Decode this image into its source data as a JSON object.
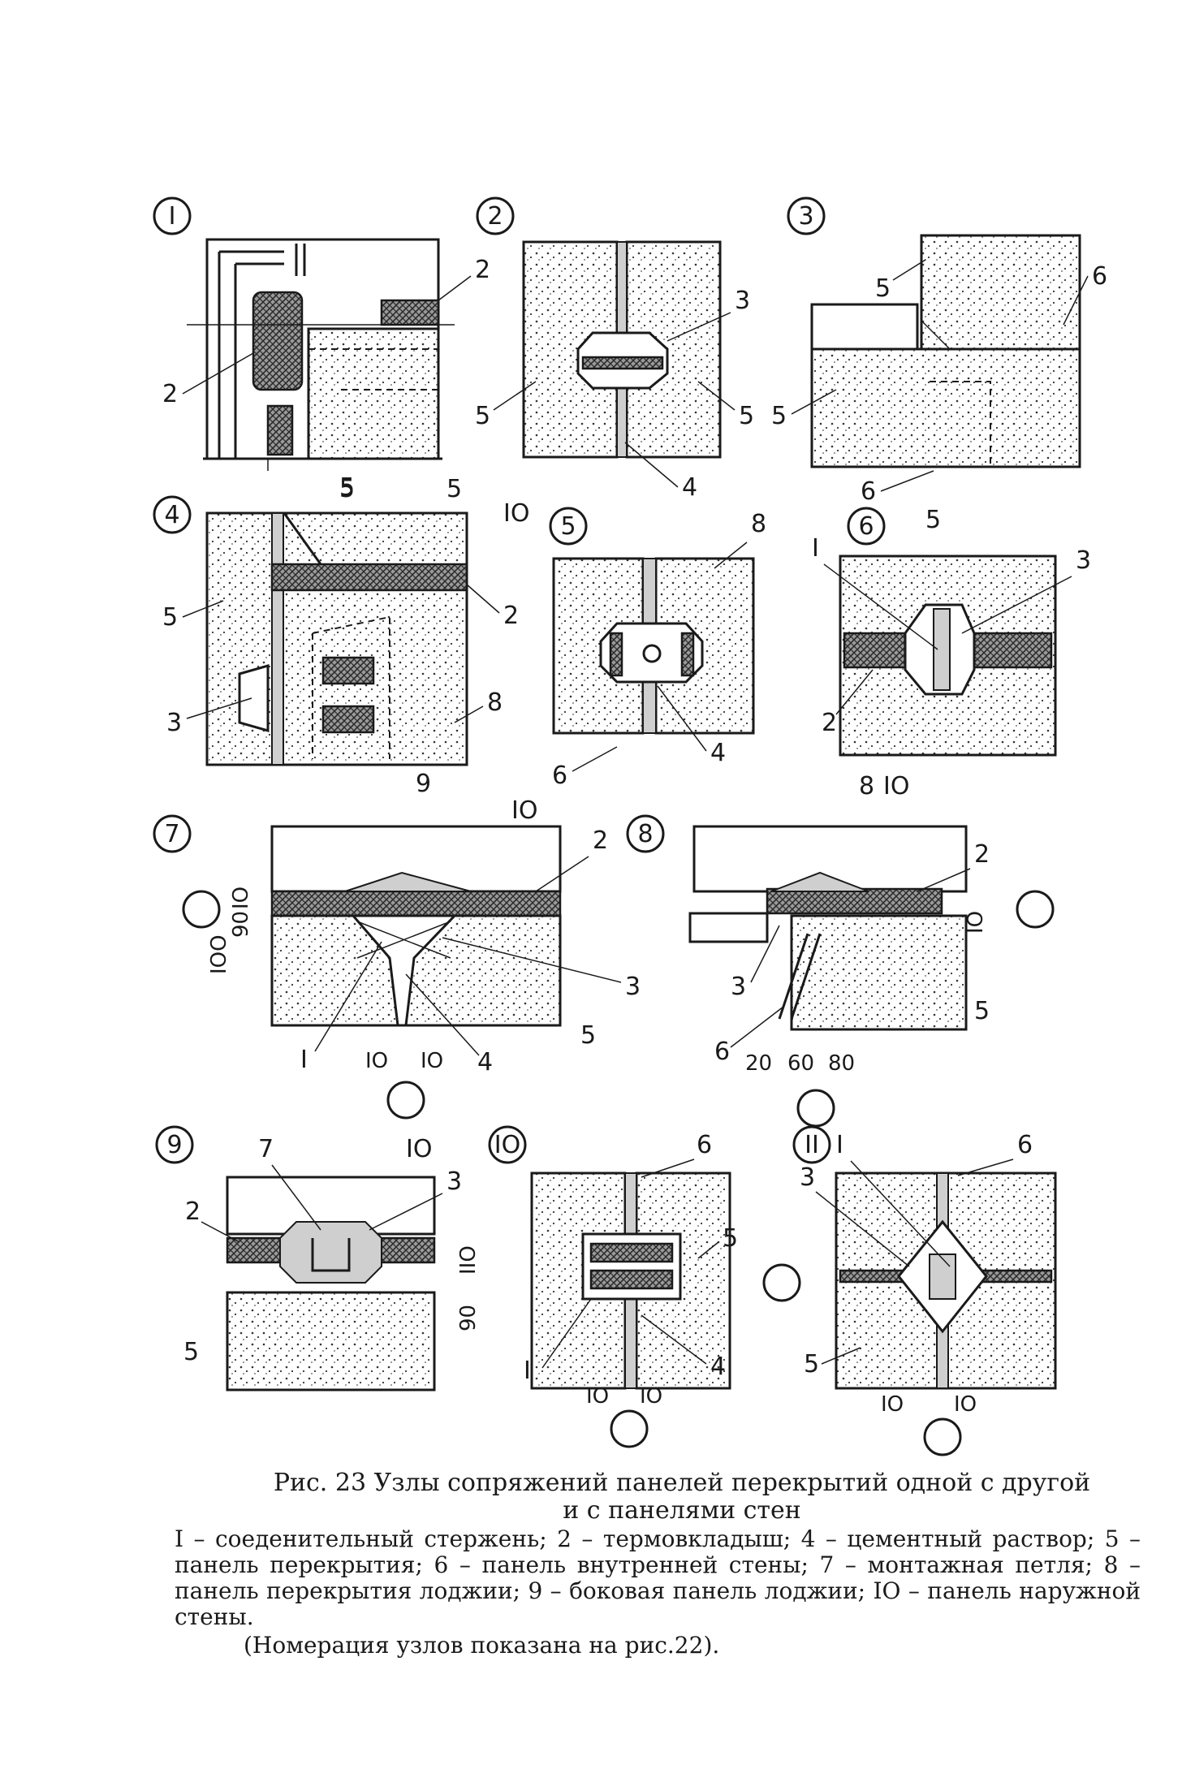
{
  "node_ids": [
    "I",
    "2",
    "3",
    "4",
    "5",
    "6",
    "7",
    "8",
    "9",
    "IO",
    "II"
  ],
  "callouts": {
    "n1": [
      "2",
      "2",
      "5"
    ],
    "n2": [
      "3",
      "5",
      "5",
      "4"
    ],
    "n3": [
      "5",
      "6",
      "5",
      "6"
    ],
    "n4": [
      "5",
      "IO",
      "5",
      "2",
      "3",
      "8",
      "9"
    ],
    "n5": [
      "8",
      "4",
      "6"
    ],
    "n6": [
      "5",
      "I",
      "3",
      "2",
      "8",
      "IO"
    ],
    "n7": [
      "IO",
      "2",
      "3",
      "5",
      "I",
      "4"
    ],
    "n8": [
      "2",
      "3",
      "5",
      "6"
    ],
    "n9": [
      "7",
      "IO",
      "3",
      "2",
      "5"
    ],
    "n10": [
      "6",
      "5",
      "4",
      "I"
    ],
    "n11": [
      "6",
      "I",
      "3",
      "5"
    ]
  },
  "dimensions": {
    "n7": [
      "IO",
      "90",
      "IOO",
      "IO",
      "IO"
    ],
    "n8": [
      "IO",
      "20",
      "60",
      "80"
    ],
    "n9": [
      "IIO",
      "90"
    ],
    "n10": [
      "IO",
      "IO"
    ],
    "n11": [
      "IO",
      "IO"
    ]
  },
  "caption": {
    "line1": "Рис. 23  Узлы сопряжений панелей перекрытий одной с другой",
    "line2": "и с панелями стен"
  },
  "legend": {
    "text": "I – соеденительный стержень; 2 – термовкладыш; 4 – цементный раствор; 5 – панель перекрытия; 6 – панель внутренней стены; 7 – монтажная петля; 8 – панель перекрытия лоджии; 9 – боковая панель лоджии; IO – панель наружной стены.",
    "note": "(Номерация узлов показана на рис.22)."
  }
}
